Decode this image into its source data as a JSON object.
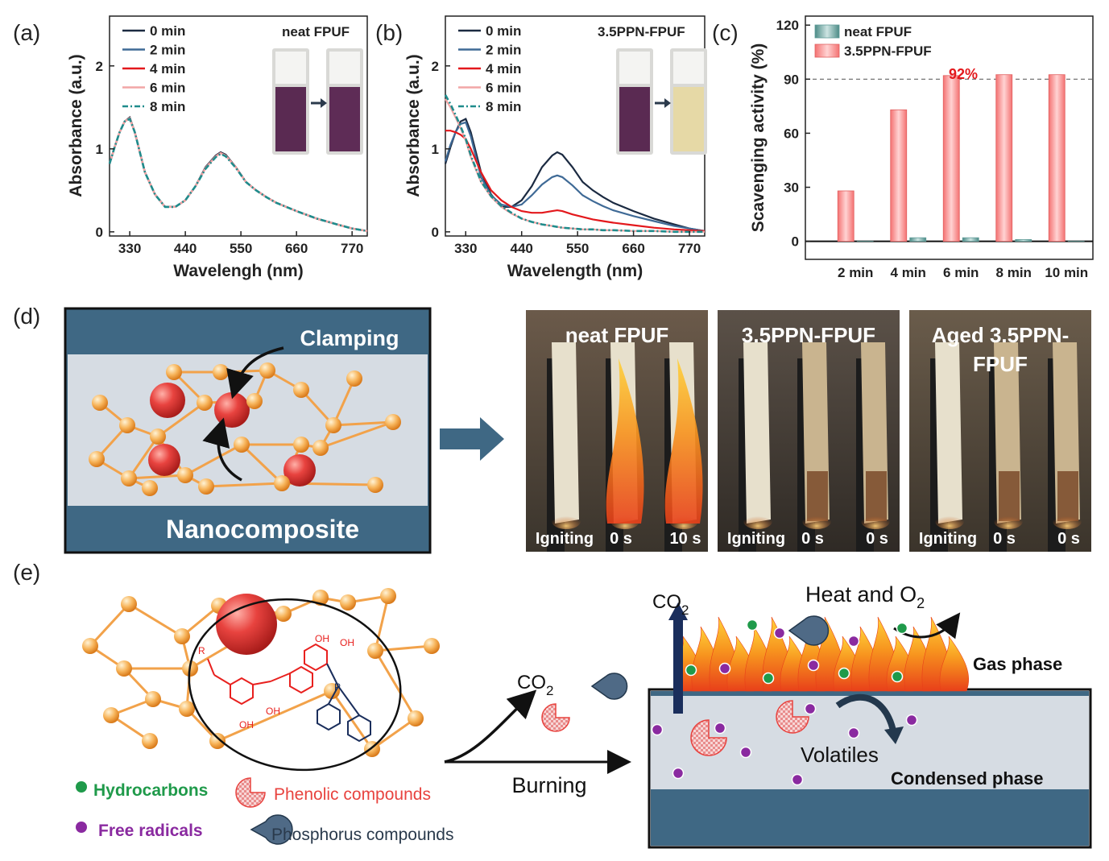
{
  "panel_labels": {
    "a": "(a)",
    "b": "(b)",
    "c": "(c)",
    "d": "(d)",
    "e": "(e)"
  },
  "colors": {
    "t0": "#1b2a41",
    "t2": "#3f6a96",
    "t4": "#e3181c",
    "t6": "#f2a6a6",
    "t8": "#1f8c8c",
    "bar_neat": "#5f9c98",
    "bar_pp": "#f58b8b",
    "slate": "#3d6a85",
    "orange": "#f2a24a",
    "sphere": "#e8433f",
    "green_text": "#1f9a4a",
    "purple_text": "#8a2aa0",
    "red_text": "#e8433f"
  },
  "chart_data": [
    {
      "type": "line",
      "panel": "a",
      "title": "neat FPUF",
      "xlabel": "Wavelengh (nm)",
      "ylabel": "Absorbance (a.u.)",
      "xlim": [
        290,
        800
      ],
      "ylim": [
        -0.05,
        2.6
      ],
      "xticks": [
        330,
        440,
        550,
        660,
        770
      ],
      "yticks": [
        0,
        1,
        2
      ],
      "legend_position": "top-left",
      "series": [
        {
          "name": "0 min",
          "x": [
            290,
            300,
            310,
            320,
            330,
            340,
            360,
            380,
            400,
            420,
            440,
            460,
            480,
            500,
            510,
            520,
            540,
            560,
            580,
            600,
            620,
            660,
            700,
            740,
            770,
            800
          ],
          "y": [
            0.82,
            1.02,
            1.2,
            1.33,
            1.38,
            1.2,
            0.72,
            0.45,
            0.3,
            0.3,
            0.38,
            0.55,
            0.78,
            0.92,
            0.96,
            0.93,
            0.78,
            0.6,
            0.5,
            0.42,
            0.35,
            0.25,
            0.16,
            0.09,
            0.04,
            0.01
          ]
        },
        {
          "name": "2 min",
          "x": [
            290,
            300,
            310,
            320,
            330,
            340,
            360,
            380,
            400,
            420,
            440,
            460,
            480,
            500,
            510,
            520,
            540,
            560,
            580,
            600,
            620,
            660,
            700,
            740,
            770,
            800
          ],
          "y": [
            0.82,
            1.02,
            1.2,
            1.33,
            1.37,
            1.2,
            0.72,
            0.45,
            0.3,
            0.3,
            0.38,
            0.55,
            0.77,
            0.91,
            0.95,
            0.92,
            0.78,
            0.6,
            0.5,
            0.42,
            0.35,
            0.25,
            0.16,
            0.09,
            0.04,
            0.01
          ]
        },
        {
          "name": "4 min",
          "x": [
            290,
            300,
            310,
            320,
            330,
            340,
            360,
            380,
            400,
            420,
            440,
            460,
            480,
            500,
            510,
            520,
            540,
            560,
            580,
            600,
            620,
            660,
            700,
            740,
            770,
            800
          ],
          "y": [
            0.82,
            1.02,
            1.2,
            1.33,
            1.37,
            1.2,
            0.72,
            0.45,
            0.3,
            0.3,
            0.38,
            0.55,
            0.77,
            0.91,
            0.95,
            0.92,
            0.78,
            0.6,
            0.5,
            0.42,
            0.35,
            0.25,
            0.16,
            0.09,
            0.04,
            0.01
          ]
        },
        {
          "name": "6 min",
          "x": [
            290,
            300,
            310,
            320,
            330,
            340,
            360,
            380,
            400,
            420,
            440,
            460,
            480,
            500,
            510,
            520,
            540,
            560,
            580,
            600,
            620,
            660,
            700,
            740,
            770,
            800
          ],
          "y": [
            0.82,
            1.02,
            1.2,
            1.33,
            1.37,
            1.2,
            0.72,
            0.45,
            0.3,
            0.3,
            0.38,
            0.55,
            0.77,
            0.91,
            0.95,
            0.92,
            0.78,
            0.6,
            0.5,
            0.42,
            0.35,
            0.25,
            0.16,
            0.09,
            0.04,
            0.01
          ]
        },
        {
          "name": "8 min",
          "x": [
            290,
            300,
            310,
            320,
            330,
            340,
            360,
            380,
            400,
            420,
            440,
            460,
            480,
            500,
            510,
            520,
            540,
            560,
            580,
            600,
            620,
            660,
            700,
            740,
            770,
            800
          ],
          "y": [
            0.82,
            1.02,
            1.2,
            1.33,
            1.36,
            1.2,
            0.72,
            0.45,
            0.3,
            0.3,
            0.38,
            0.55,
            0.76,
            0.9,
            0.94,
            0.91,
            0.77,
            0.6,
            0.5,
            0.42,
            0.35,
            0.25,
            0.16,
            0.09,
            0.04,
            0.01
          ]
        }
      ]
    },
    {
      "type": "line",
      "panel": "b",
      "title": "3.5PPN-FPUF",
      "xlabel": "Wavelength (nm)",
      "ylabel": "Absorbance (a.u.)",
      "xlim": [
        290,
        800
      ],
      "ylim": [
        -0.05,
        2.6
      ],
      "xticks": [
        330,
        440,
        550,
        660,
        770
      ],
      "yticks": [
        0,
        1,
        2
      ],
      "legend_position": "top-left",
      "series": [
        {
          "name": "0 min",
          "x": [
            290,
            300,
            310,
            320,
            330,
            340,
            360,
            380,
            400,
            420,
            440,
            460,
            480,
            500,
            510,
            520,
            540,
            560,
            580,
            600,
            620,
            660,
            700,
            740,
            770,
            800
          ],
          "y": [
            0.82,
            1.02,
            1.2,
            1.33,
            1.36,
            1.2,
            0.72,
            0.45,
            0.3,
            0.3,
            0.38,
            0.55,
            0.78,
            0.92,
            0.96,
            0.93,
            0.78,
            0.6,
            0.5,
            0.42,
            0.35,
            0.25,
            0.16,
            0.09,
            0.04,
            0.01
          ]
        },
        {
          "name": "2 min",
          "x": [
            290,
            300,
            310,
            320,
            330,
            340,
            360,
            380,
            400,
            420,
            440,
            460,
            480,
            500,
            510,
            520,
            540,
            560,
            580,
            600,
            620,
            660,
            700,
            740,
            770,
            800
          ],
          "y": [
            0.85,
            1.05,
            1.2,
            1.3,
            1.32,
            1.15,
            0.66,
            0.44,
            0.33,
            0.3,
            0.33,
            0.44,
            0.57,
            0.66,
            0.68,
            0.66,
            0.56,
            0.44,
            0.37,
            0.31,
            0.26,
            0.19,
            0.13,
            0.07,
            0.04,
            0.01
          ]
        },
        {
          "name": "4 min",
          "x": [
            290,
            300,
            310,
            320,
            330,
            340,
            360,
            380,
            400,
            420,
            440,
            460,
            480,
            500,
            510,
            520,
            540,
            560,
            580,
            600,
            620,
            660,
            700,
            740,
            770,
            800
          ],
          "y": [
            1.22,
            1.22,
            1.2,
            1.17,
            1.12,
            1.0,
            0.72,
            0.5,
            0.38,
            0.3,
            0.25,
            0.23,
            0.23,
            0.25,
            0.26,
            0.25,
            0.21,
            0.18,
            0.15,
            0.13,
            0.11,
            0.08,
            0.05,
            0.03,
            0.02,
            0.01
          ]
        },
        {
          "name": "6 min",
          "x": [
            290,
            300,
            310,
            320,
            330,
            340,
            360,
            380,
            400,
            420,
            440,
            460,
            480,
            500,
            510,
            520,
            540,
            560,
            580,
            600,
            620,
            660,
            700,
            740,
            770,
            800
          ],
          "y": [
            1.6,
            1.5,
            1.38,
            1.25,
            1.1,
            0.9,
            0.6,
            0.42,
            0.3,
            0.22,
            0.16,
            0.12,
            0.09,
            0.07,
            0.06,
            0.05,
            0.04,
            0.03,
            0.03,
            0.02,
            0.02,
            0.01,
            0.01,
            0.0,
            0.0,
            0.0
          ]
        },
        {
          "name": "8 min",
          "x": [
            290,
            300,
            310,
            320,
            330,
            340,
            360,
            380,
            400,
            420,
            440,
            460,
            480,
            500,
            510,
            520,
            540,
            560,
            580,
            600,
            620,
            660,
            700,
            740,
            770,
            800
          ],
          "y": [
            1.65,
            1.54,
            1.41,
            1.27,
            1.12,
            0.92,
            0.61,
            0.43,
            0.31,
            0.23,
            0.16,
            0.12,
            0.09,
            0.07,
            0.06,
            0.05,
            0.04,
            0.03,
            0.03,
            0.02,
            0.02,
            0.01,
            0.01,
            0.0,
            0.0,
            0.0
          ]
        }
      ]
    },
    {
      "type": "bar",
      "panel": "c",
      "categories": [
        "2 min",
        "4 min",
        "6 min",
        "8 min",
        "10 min"
      ],
      "ylabel": "Scavenging activity (%)",
      "xlabel": "",
      "ylim": [
        -10,
        125
      ],
      "yticks": [
        0,
        30,
        60,
        90,
        120
      ],
      "reference_line": 90,
      "annotation": "92%",
      "legend_position": "top-left",
      "series": [
        {
          "name": "neat FPUF",
          "values": [
            0,
            2,
            2,
            1,
            0
          ]
        },
        {
          "name": "3.5PPN-FPUF",
          "values": [
            28,
            73,
            92,
            92.5,
            92.5
          ]
        }
      ]
    }
  ],
  "panel_d": {
    "clamping": "Clamping",
    "nanocomposite": "Nanocomposite",
    "photos": [
      {
        "title": "neat FPUF",
        "captions": [
          "Igniting",
          "0 s",
          "10 s"
        ]
      },
      {
        "title": "3.5PPN-FPUF",
        "captions": [
          "Igniting",
          "0 s",
          "0 s"
        ]
      },
      {
        "title": "Aged 3.5PPN-FPUF",
        "title_lines": [
          "Aged 3.5PPN-",
          "FPUF"
        ],
        "captions": [
          "Igniting",
          "0 s",
          "0 s"
        ]
      }
    ]
  },
  "panel_e": {
    "co2_left": "CO",
    "co2_sub": "2",
    "burning": "Burning",
    "co2_top": "CO",
    "heat_o2": "Heat and O",
    "gas_phase": "Gas phase",
    "volatiles": "Volatiles",
    "condensed_phase": "Condensed phase",
    "legend": {
      "hydrocarbons": "Hydrocarbons",
      "phenolic": "Phenolic compounds",
      "free_radicals": "Free radicals",
      "phosphorus": "Phosphorus compounds"
    },
    "molecule": {
      "R": "R",
      "O": "O",
      "OH": "OH",
      "P": "P"
    }
  }
}
